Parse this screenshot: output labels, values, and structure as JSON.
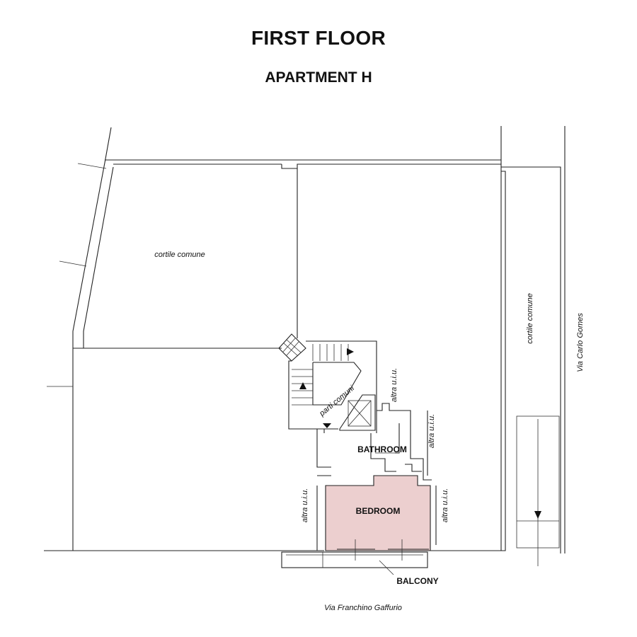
{
  "header": {
    "floor": "FIRST FLOOR",
    "apartment": "APARTMENT H"
  },
  "labels": {
    "courtyard_left": "cortile comune",
    "courtyard_right": "cortile comune",
    "common_parts": "parti comuni",
    "other_unit_1": "altra u.i.u.",
    "other_unit_2": "altra u.i.u.",
    "other_unit_3": "altra u.i.u.",
    "other_unit_4": "altra u.i.u.",
    "bathroom": "BATHROOM",
    "bedroom": "BEDROOM",
    "balcony": "BALCONY",
    "street_bottom": "Via Franchino Gaffurio",
    "street_right": "Via Carlo Gomes"
  },
  "colors": {
    "bedroom_fill": "#eccfcf",
    "line": "#222222"
  }
}
